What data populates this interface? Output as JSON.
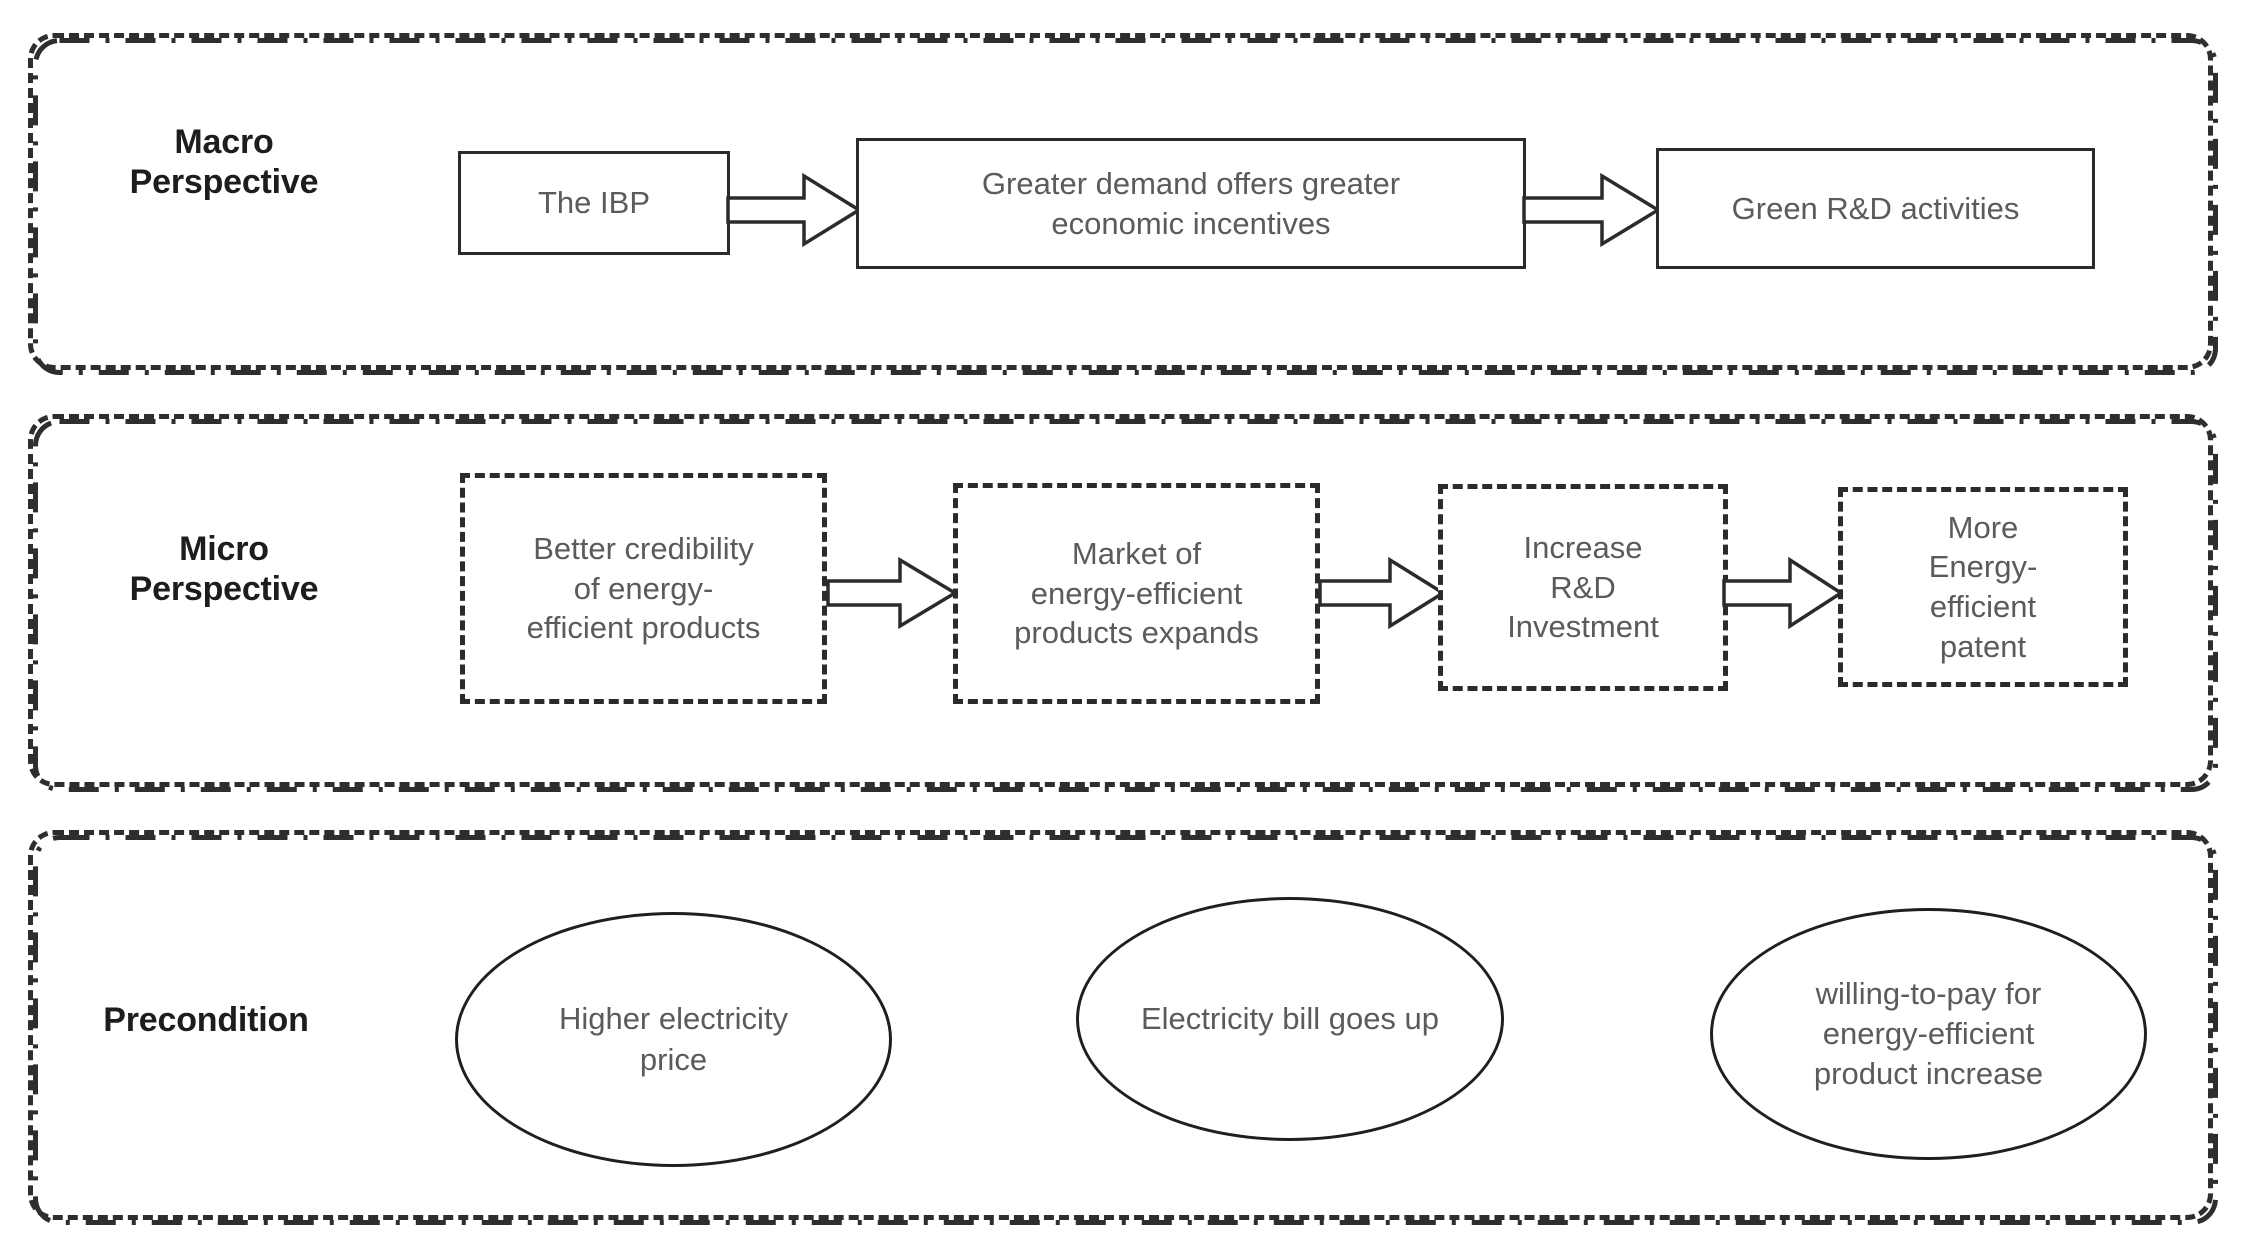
{
  "figure": {
    "background_color": "#ffffff",
    "line_color": "#2b2b2b",
    "text_color": "#5b5b5b",
    "label_color": "#1d1d1d"
  },
  "rows": [
    {
      "id": "macro",
      "label": "Macro\nPerspective",
      "node_shape": "rectangle",
      "node_border": "solid",
      "nodes": [
        {
          "text": "The IBP"
        },
        {
          "text": "Greater demand offers greater\neconomic incentives"
        },
        {
          "text": "Green R&D activities"
        }
      ],
      "connectors": [
        "block-arrow-right",
        "block-arrow-right"
      ]
    },
    {
      "id": "micro",
      "label": "Micro\nPerspective",
      "node_shape": "rectangle",
      "node_border": "dashed",
      "nodes": [
        {
          "text": "Better credibility\nof  energy-\nefficient products"
        },
        {
          "text": "Market of\nenergy-efficient\nproducts expands"
        },
        {
          "text": "Increase\nR&D\nInvestment"
        },
        {
          "text": "More\nEnergy-\nefficient\npatent"
        }
      ],
      "connectors": [
        "block-arrow-right",
        "block-arrow-right",
        "block-arrow-right"
      ]
    },
    {
      "id": "precondition",
      "label": "Precondition",
      "node_shape": "ellipse",
      "node_border": "solid",
      "nodes": [
        {
          "text": "Higher electricity\nprice"
        },
        {
          "text": "Electricity bill goes up"
        },
        {
          "text": "willing-to-pay for\nenergy-efficient\nproduct increase"
        }
      ],
      "connectors": []
    }
  ]
}
